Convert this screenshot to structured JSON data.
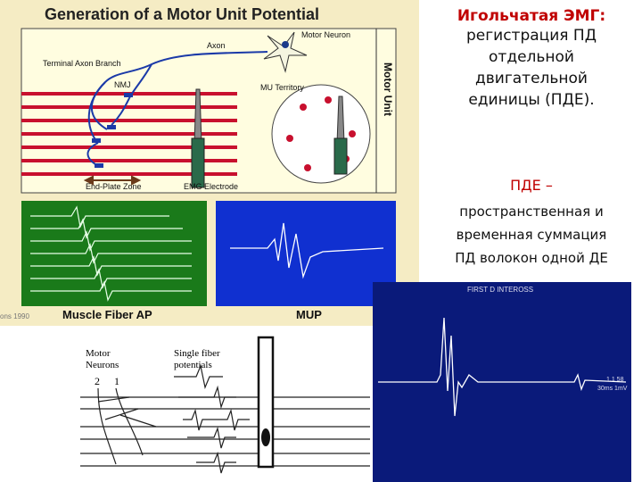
{
  "diagram": {
    "title": "Generation of a Motor Unit Potential",
    "labels": {
      "motor_neuron": "Motor Neuron",
      "axon": "Axon",
      "terminal_axon_branch": "Terminal Axon Branch",
      "nmj": "NMJ",
      "mu_territory": "MU Territory",
      "motor_unit": "Motor Unit",
      "end_plate_zone": "End-Plate Zone",
      "emg_electrode": "EMG Electrode",
      "muscle_fiber_ap": "Muscle Fiber AP",
      "mup": "MUP",
      "copyright": "ons 1990"
    }
  },
  "right_text": {
    "title": "Игольчатая ЭМГ:",
    "line1": "регистрация ПД",
    "line2": "отдельной",
    "line3": "двигательной",
    "line4": "единицы (ПДЕ).",
    "pde_head": "ПДЕ –",
    "pde_line1": "пространственная и",
    "pde_line2": "временная суммация",
    "pde_line3": "ПД волокон одной ДЕ"
  },
  "lower_left": {
    "motor_neurons": "Motor Neurons",
    "single_fiber": "Single fiber potentials",
    "num2": "2",
    "num1": "1"
  },
  "emg": {
    "label_top": "FIRST D INTEROSS",
    "scale1": "1.1 58",
    "scale2": "30ms 1mV"
  },
  "colors": {
    "panel_bg": "#f5ecc4",
    "fiber": "#c8102e",
    "green_panel": "#1a7a1a",
    "blue_panel": "#1030d0",
    "emg_bg": "#0a1a7a",
    "accent_red": "#c00000"
  }
}
